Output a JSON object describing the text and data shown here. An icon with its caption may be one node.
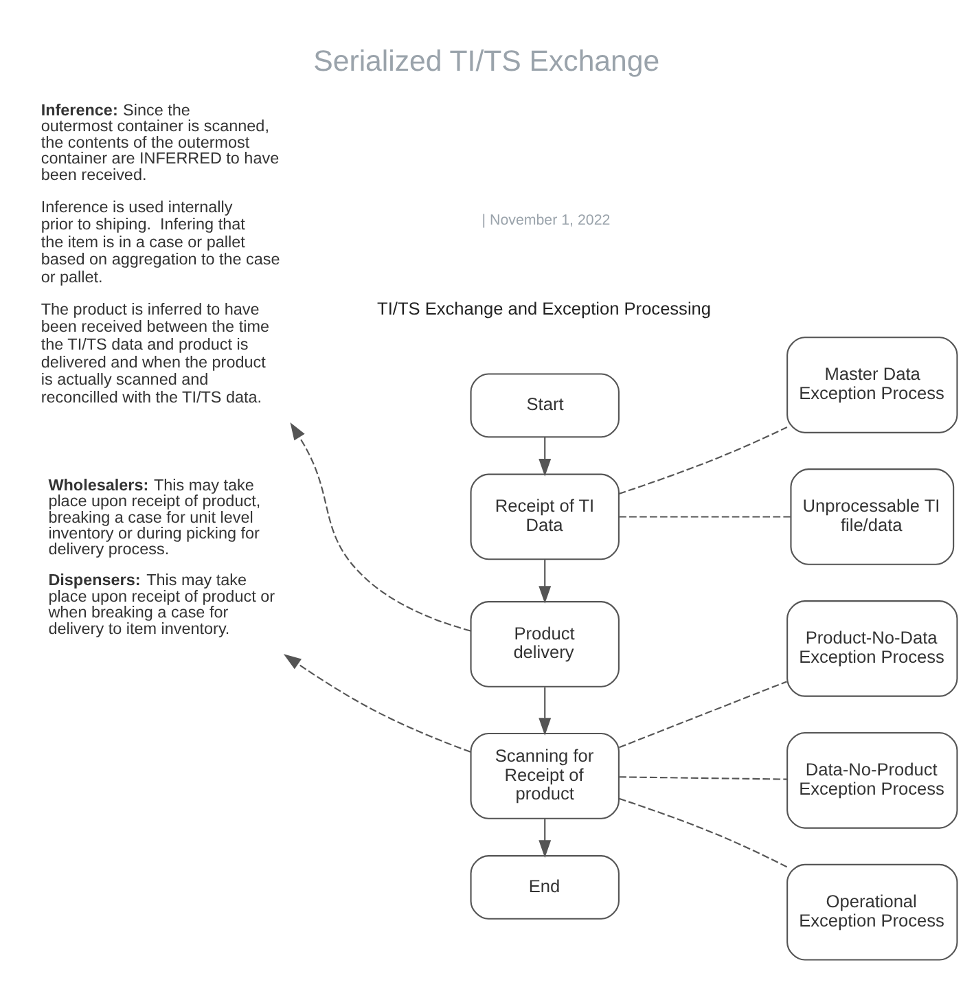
{
  "diagram": {
    "title": "Serialized TI/TS Exchange",
    "nodes": [
      {
        "text": [
          "**Inference:** Since the outermost container is scanned, the contents of the outermost container are INFERRED to have been received.",
          "Inference is used internally prior to shiping.  Infering that the item is in a case or pallet based on aggregation to the case or pallet.",
          "The product is inferred to have been received between the time the TI/TS data and product is delivered and when the product is actually scanned and reconcilled with the TI/TS data."
        ]
      },
      {
        "text": [
          "Start"
        ]
      },
      {
        "text": [
          "Receipt of TI Data"
        ]
      },
      {
        "text": [
          "Product delivery"
        ]
      },
      {
        "text": [
          "Scanning for Receipt of product"
        ]
      },
      {
        "text": [
          "End"
        ]
      },
      {
        "text": [
          "Unprocessable TI file/data"
        ]
      },
      {
        "text": [
          "Master Data Exception Process"
        ]
      },
      {
        "text": [
          "Product-No-Data Exception Process"
        ]
      },
      {
        "text": [
          "Data-No-Product Exception Process"
        ]
      },
      {
        "text": [
          "Operational Exception Process"
        ]
      },
      {
        "text": [
          "**Wholesalers:** This may take place upon receipt of product, breaking a case for unit level inventory or during picking for delivery process.",
          "**Dispensers:** This may take place upon receipt of product or when breaking a case for delivery to item inventory."
        ]
      }
    ],
    "edges": [
      {
        "from": 1,
        "to": 2,
        "arrow": "to"
      },
      {
        "from": 2,
        "to": 3,
        "arrow": "to"
      },
      {
        "from": 3,
        "to": 4,
        "arrow": "to"
      },
      {
        "from": 4,
        "to": 5,
        "arrow": "to"
      },
      {
        "from": 2,
        "to": 6,
        "arrow": "none",
        "style": "dashed"
      },
      {
        "from": 2,
        "to": 7,
        "arrow": "none",
        "style": "dashed"
      },
      {
        "from": 3,
        "to": 0,
        "arrow": "to",
        "style": "dashed"
      },
      {
        "from": 4,
        "to": 8,
        "arrow": "none",
        "style": "dashed"
      },
      {
        "from": 4,
        "to": 9,
        "arrow": "none",
        "style": "dashed"
      },
      {
        "from": 4,
        "to": 10,
        "arrow": "none",
        "style": "dashed"
      },
      {
        "from": 4,
        "to": 11,
        "arrow": "to",
        "style": "dashed"
      }
    ],
    "labels": [
      "| November 1, 2022",
      "TI/TS Exchange and Exception Processing"
    ]
  }
}
